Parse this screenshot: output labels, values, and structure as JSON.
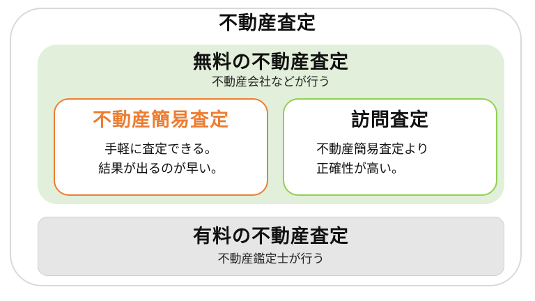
{
  "diagram": {
    "title": "不動産査定",
    "free": {
      "title": "無料の不動産査定",
      "subtitle": "不動産会社などが行う",
      "cards": [
        {
          "title": "不動産簡易査定",
          "lines": [
            "手軽に査定できる。",
            "結果が出るのが早い。"
          ],
          "accent": "#ed7d31"
        },
        {
          "title": "訪問査定",
          "lines": [
            "不動産簡易査定より",
            "正確性が高い。"
          ],
          "accent": "#8fd14f"
        }
      ],
      "background": "#e2efda"
    },
    "paid": {
      "title": "有料の不動産査定",
      "subtitle": "不動産鑑定士が行う",
      "background": "#e7e6e6"
    },
    "border_color": "#d9d9d9"
  }
}
